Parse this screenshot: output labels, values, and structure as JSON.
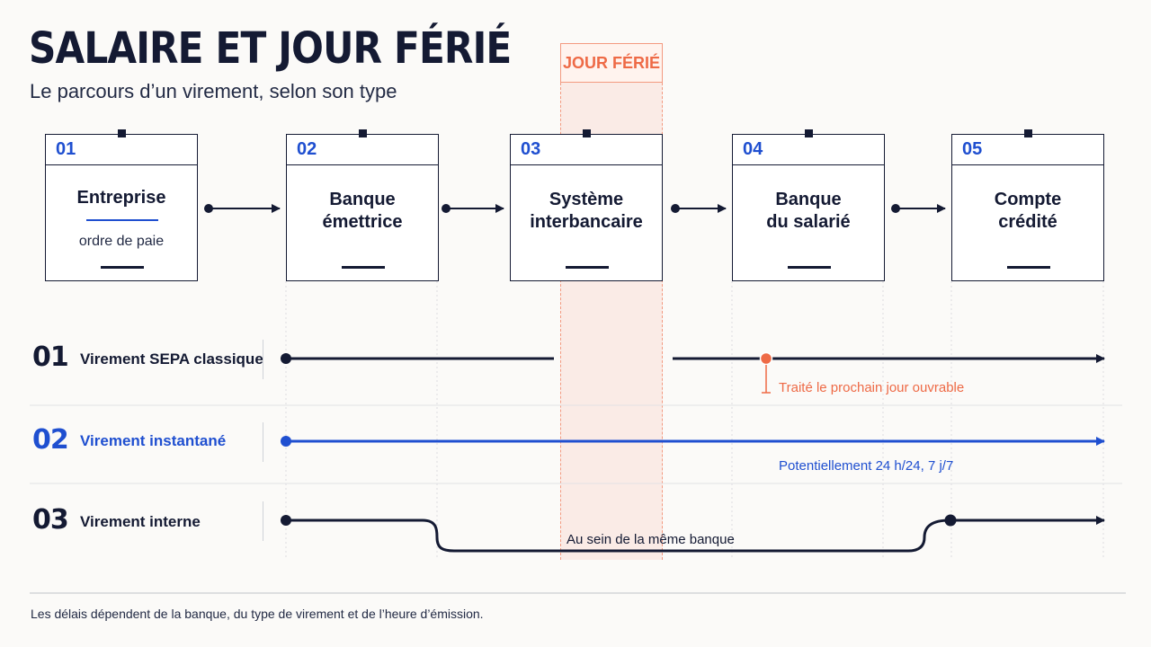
{
  "header": {
    "title": "SALAIRE ET JOUR FÉRIÉ",
    "subtitle": "Le parcours d’un virement, selon son type"
  },
  "holiday": {
    "label": "JOUR FÉRIÉ"
  },
  "steps": [
    {
      "number": "01",
      "label": "Entreprise",
      "sublabel": "ordre de paie"
    },
    {
      "number": "02",
      "label": "Banque\némettrice"
    },
    {
      "number": "03",
      "label": "Système\ninterbancaire"
    },
    {
      "number": "04",
      "label": "Banque\ndu salarié"
    },
    {
      "number": "05",
      "label": "Compte\ncrédité"
    }
  ],
  "rows": [
    {
      "number": "01",
      "label": "Virement SEPA classique",
      "note": "Traité le prochain jour ouvrable"
    },
    {
      "number": "02",
      "label": "Virement instantané",
      "note": "Potentiellement 24 h/24, 7 j/7"
    },
    {
      "number": "03",
      "label": "Virement interne",
      "note": "Au sein de la même banque"
    }
  ],
  "footer": "Les délais dépendent de la banque, du type de virement et de l’heure d’émission.",
  "colors": {
    "navy": "#141a33",
    "blue": "#1f4fd0",
    "orange": "#ee6a46",
    "holiday_fill": "#fdeee8"
  }
}
